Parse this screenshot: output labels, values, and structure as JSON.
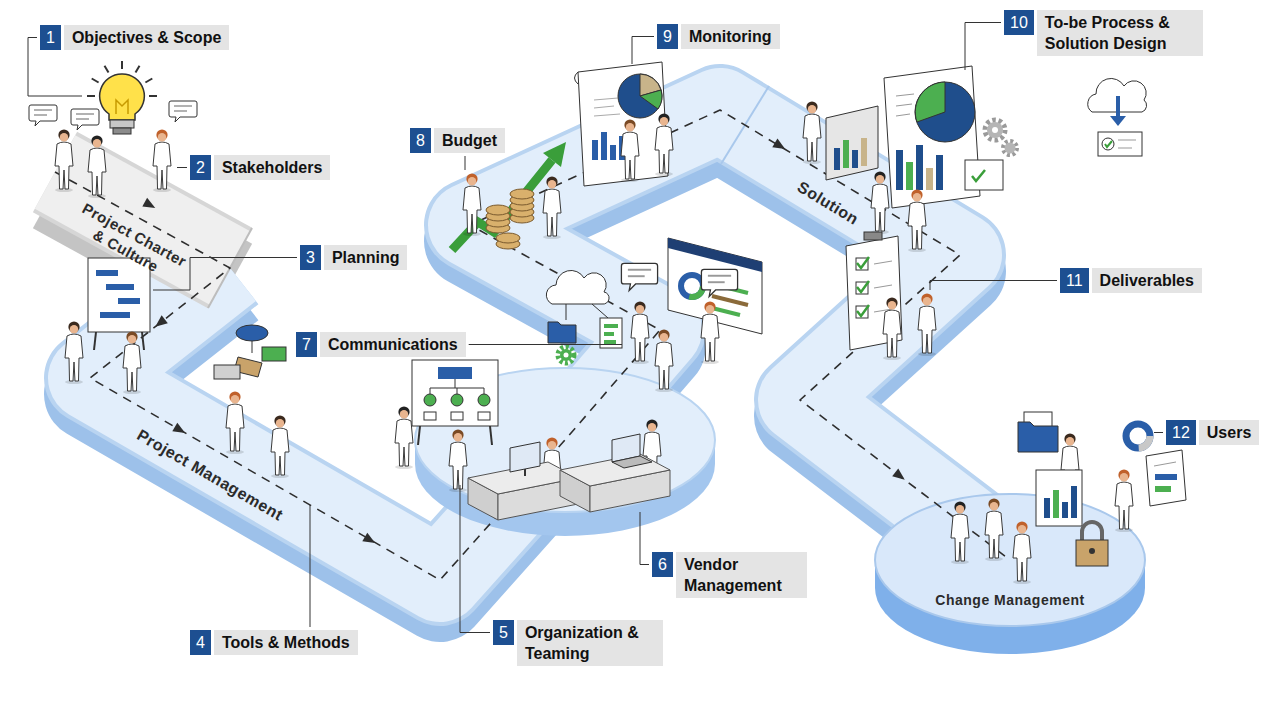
{
  "diagram": {
    "nodes": [
      {
        "text": [
          "1",
          "Objectives & Scope"
        ]
      },
      {
        "text": [
          "2",
          "Stakeholders"
        ]
      },
      {
        "text": [
          "3",
          "Planning"
        ]
      },
      {
        "text": [
          "4",
          "Tools & Methods"
        ]
      },
      {
        "text": [
          "5",
          "Organization & Teaming"
        ]
      },
      {
        "text": [
          "6",
          "Vendor Management"
        ]
      },
      {
        "text": [
          "7",
          "Communications"
        ]
      },
      {
        "text": [
          "8",
          "Budget"
        ]
      },
      {
        "text": [
          "9",
          "Monitoring"
        ]
      },
      {
        "text": [
          "10",
          "To-be Process & Solution Design"
        ]
      },
      {
        "text": [
          "11",
          "Deliverables"
        ]
      },
      {
        "text": [
          "12",
          "Users"
        ]
      }
    ],
    "labels": [
      "Project Charter & Culture",
      "Project Management",
      "Solution",
      "Change Management"
    ]
  }
}
